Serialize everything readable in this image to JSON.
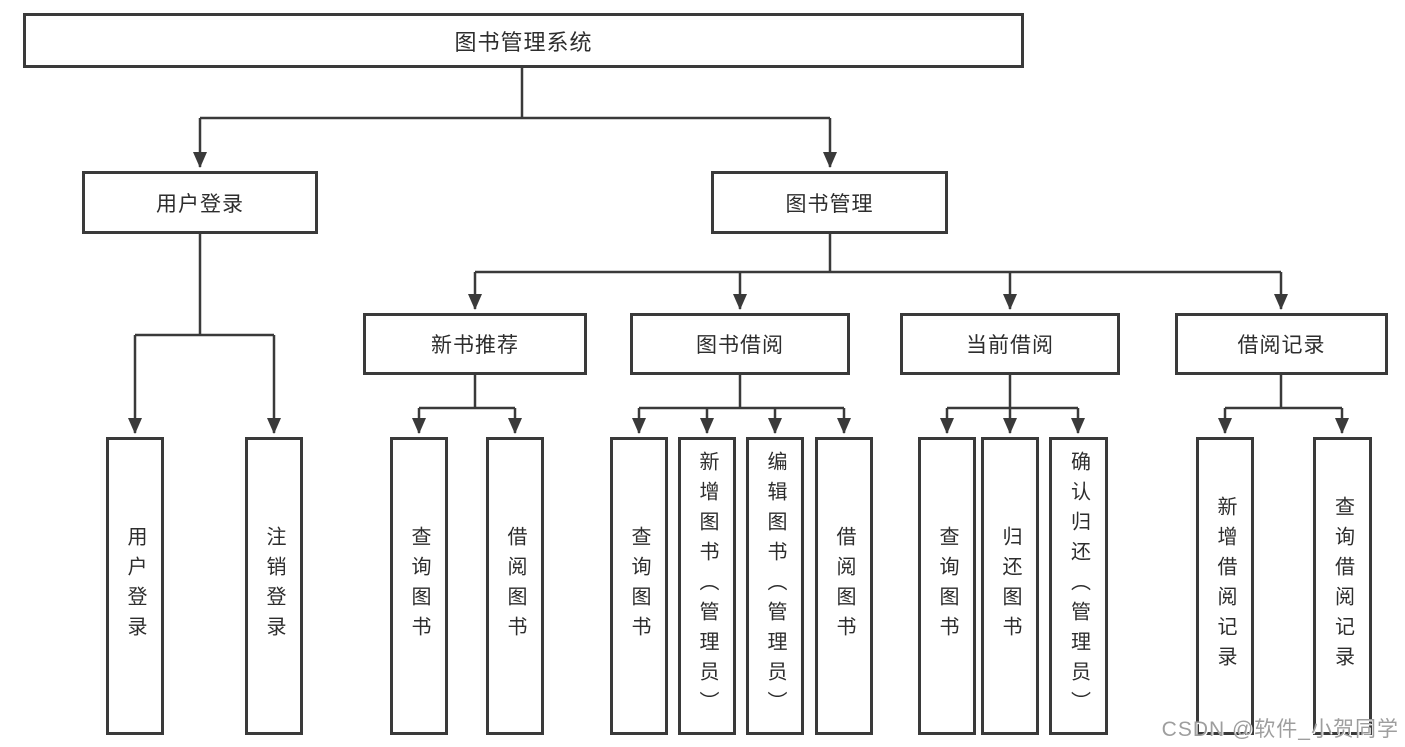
{
  "diagram": {
    "type": "tree",
    "title": "图书管理系统",
    "colors": {
      "background": "#ffffff",
      "line": "#3a3a3a",
      "box_border": "#3a3a3a",
      "box_fill": "#ffffff",
      "text": "#2d2d2d",
      "watermark": "#9e9e9e"
    },
    "nodes": {
      "root": {
        "label": "图书管理系统"
      },
      "user_login_group": {
        "label": "用户登录"
      },
      "book_management": {
        "label": "图书管理"
      },
      "new_book_recommend": {
        "label": "新书推荐"
      },
      "book_borrowing": {
        "label": "图书借阅"
      },
      "current_borrowing": {
        "label": "当前借阅"
      },
      "borrowing_records": {
        "label": "借阅记录"
      },
      "user_login": {
        "label": "用户登录"
      },
      "logout_login": {
        "label": "注销登录"
      },
      "nbr_query_books": {
        "label": "查询图书"
      },
      "nbr_borrow_books": {
        "label": "借阅图书"
      },
      "bb_query_books": {
        "label": "查询图书"
      },
      "bb_add_books": {
        "label": "新增图书（管理员）"
      },
      "bb_edit_books": {
        "label": "编辑图书（管理员）"
      },
      "bb_borrow_books": {
        "label": "借阅图书"
      },
      "cb_query_books": {
        "label": "查询图书"
      },
      "cb_return_books": {
        "label": "归还图书"
      },
      "cb_confirm_return": {
        "label": "确认归还（管理员）"
      },
      "br_add_record": {
        "label": "新增借阅记录"
      },
      "br_query_record": {
        "label": "查询借阅记录"
      }
    },
    "edges": [
      {
        "from": "图书管理系统",
        "to": "用户登录"
      },
      {
        "from": "图书管理系统",
        "to": "图书管理"
      },
      {
        "from": "用户登录",
        "to": "用户登录"
      },
      {
        "from": "用户登录",
        "to": "注销登录"
      },
      {
        "from": "图书管理",
        "to": "新书推荐"
      },
      {
        "from": "图书管理",
        "to": "图书借阅"
      },
      {
        "from": "图书管理",
        "to": "当前借阅"
      },
      {
        "from": "图书管理",
        "to": "借阅记录"
      },
      {
        "from": "新书推荐",
        "to": "查询图书"
      },
      {
        "from": "新书推荐",
        "to": "借阅图书"
      },
      {
        "from": "图书借阅",
        "to": "查询图书"
      },
      {
        "from": "图书借阅",
        "to": "新增图书（管理员）"
      },
      {
        "from": "图书借阅",
        "to": "编辑图书（管理员）"
      },
      {
        "from": "图书借阅",
        "to": "借阅图书"
      },
      {
        "from": "当前借阅",
        "to": "查询图书"
      },
      {
        "from": "当前借阅",
        "to": "归还图书"
      },
      {
        "from": "当前借阅",
        "to": "确认归还（管理员）"
      },
      {
        "from": "借阅记录",
        "to": "新增借阅记录"
      },
      {
        "from": "借阅记录",
        "to": "查询借阅记录"
      }
    ],
    "watermark": "CSDN @软件_小贺同学"
  }
}
